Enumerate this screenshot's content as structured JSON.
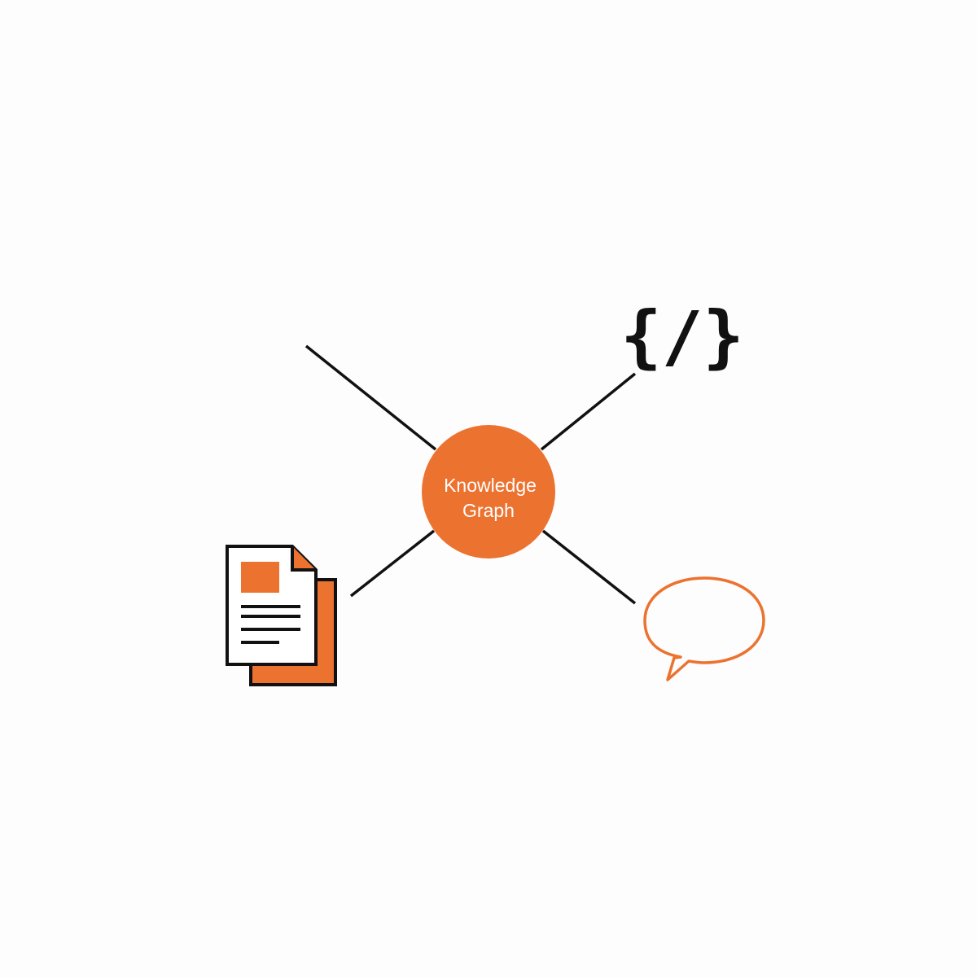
{
  "diagram": {
    "center": {
      "label_line1": "Knowledge",
      "label_line2": "Graph",
      "fill_color": "#ec7230"
    },
    "nodes": [
      {
        "id": "top-left",
        "icon": "none"
      },
      {
        "id": "top-right",
        "icon": "code-icon",
        "glyph": "{/}"
      },
      {
        "id": "bottom-left",
        "icon": "documents-icon"
      },
      {
        "id": "bottom-right",
        "icon": "speech-bubble-icon"
      }
    ],
    "colors": {
      "accent": "#ec7230",
      "line": "#111111",
      "background": "#fdfdfd"
    }
  }
}
